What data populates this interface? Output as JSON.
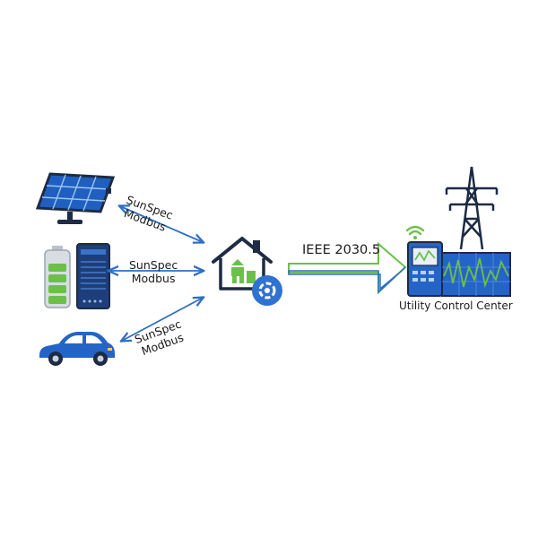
{
  "left_devices": [
    {
      "protocol_line1": "SunSpec",
      "protocol_line2": "Modbus"
    },
    {
      "protocol_line1": "SunSpec",
      "protocol_line2": "Modbus"
    },
    {
      "protocol_line1": "SunSpec",
      "protocol_line2": "Modbus"
    }
  ],
  "link": {
    "protocol": "IEEE 2030.5"
  },
  "utility": {
    "label": "Utility Control Center"
  },
  "icons": [
    "solar-panel-icon",
    "battery-storage-icon",
    "electric-car-icon",
    "smart-home-gateway-icon",
    "transmission-tower-icon",
    "control-center-icon",
    "wifi-icon"
  ],
  "colors": {
    "blue": "#1f5fbf",
    "dark": "#1d2b44",
    "green": "#6cc04a",
    "arrow_blue": "#2e6fc4"
  }
}
